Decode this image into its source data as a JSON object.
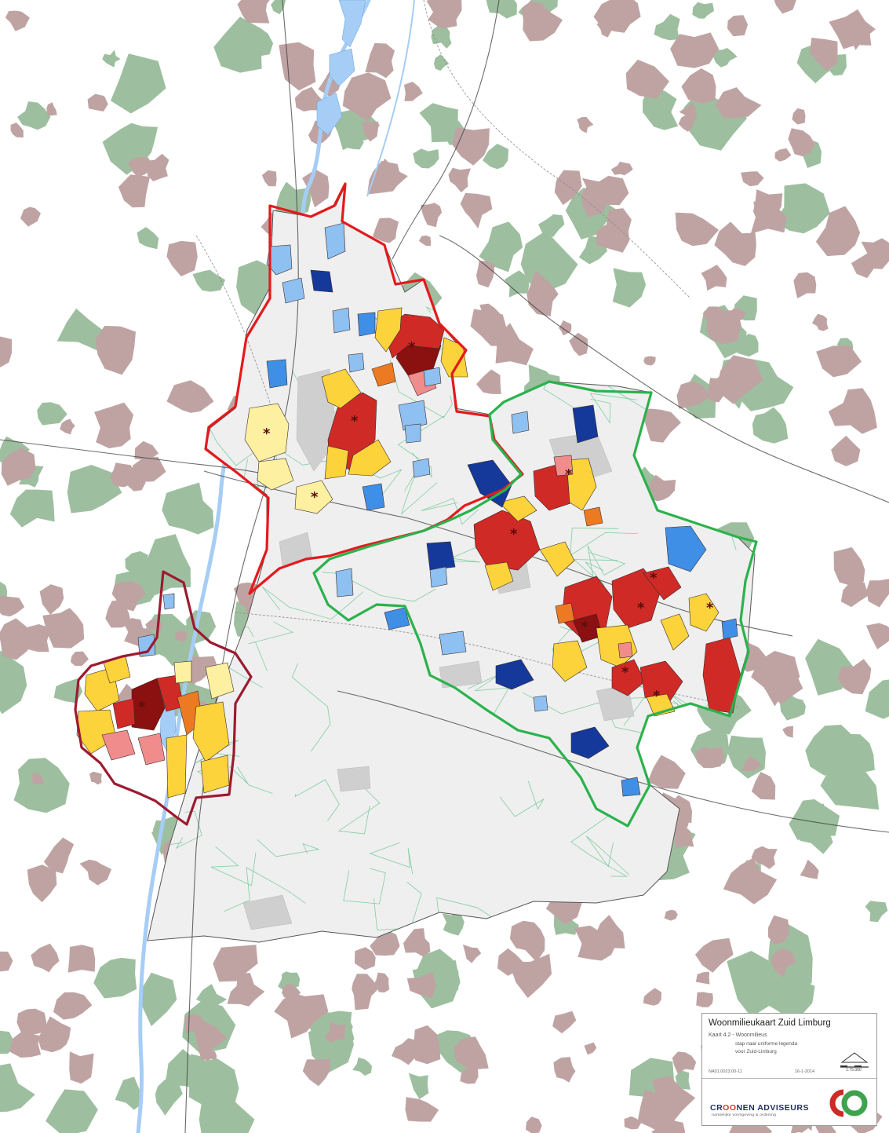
{
  "map": {
    "colors": {
      "background": "#ffffff",
      "urban_area": "#bfa3a3",
      "forest": "#9dbf9f",
      "water": "#a6cdf5",
      "region_fill": "#efefef",
      "district_line": "#6cc894",
      "road": "#3a3a3a",
      "railway": "#8a8a8a",
      "border_west": "#9b1b30",
      "border_north": "#e31a1c",
      "border_east": "#2bb24c",
      "milieu_centrum": "#8b1010",
      "milieu_stedelijk": "#cf2a26",
      "milieu_rood_licht": "#f08c8c",
      "milieu_oranje": "#ec7a22",
      "milieu_geel": "#fcd33b",
      "milieu_geel_licht": "#fdf0a0",
      "milieu_blauw_licht": "#8ec0f2",
      "milieu_blauw": "#3f8fe6",
      "milieu_blauw_donker": "#15399a",
      "centre_marker": "#5a0d0d"
    }
  },
  "title_block": {
    "title": "Woonmilieukaart Zuid Limburg",
    "subtitle": "Kaart 4.2 - Woonmilieus",
    "line1": "stap naar uniforme legenda",
    "line2": "voor Zuid-Limburg",
    "ref_left": "NA01.0023.00-11",
    "ref_date": "16-1-2014",
    "scale": "1:75.000",
    "company_pre": "CR",
    "company_oo": "OO",
    "company_post": "NEN ADVISEURS",
    "tagline": "ruimtelijke vormgeving & ordening",
    "logo_colors": [
      "#cf2a26",
      "#3fa34d"
    ]
  }
}
